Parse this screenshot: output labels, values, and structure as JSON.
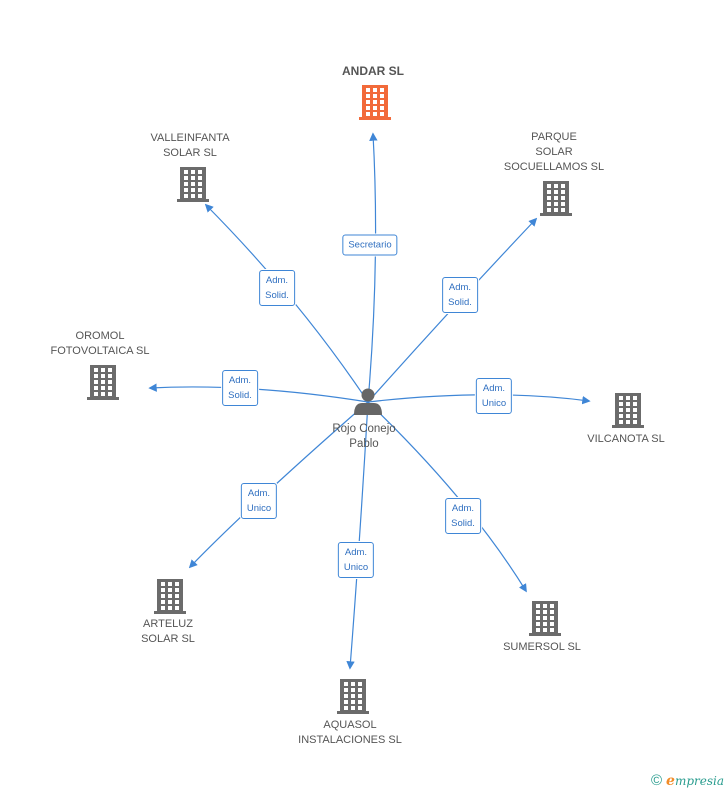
{
  "center": {
    "label": "Rojo Conejo\nPablo",
    "icon": "person-icon"
  },
  "colors": {
    "edge": "#3f86d6",
    "building": "#6b6b6b",
    "main_building": "#f26a3a",
    "person": "#666666"
  },
  "nodes": [
    {
      "id": "andar",
      "label": "ANDAR SL",
      "main": true,
      "role": "Secretario"
    },
    {
      "id": "valleinfanta",
      "label": "VALLEINFANTA\nSOLAR SL",
      "role": "Adm.\nSolid."
    },
    {
      "id": "parque",
      "label": "PARQUE\nSOLAR\nSOCUELLAMOS SL",
      "role": "Adm.\nSolid."
    },
    {
      "id": "oromol",
      "label": "OROMOL\nFOTOVOLTAICA SL",
      "role": "Adm.\nSolid."
    },
    {
      "id": "vilcanota",
      "label": "VILCANOTA SL",
      "role": "Adm.\nUnico"
    },
    {
      "id": "arteluz",
      "label": "ARTELUZ\nSOLAR SL",
      "role": "Adm.\nUnico"
    },
    {
      "id": "aquasol",
      "label": "AQUASOL\nINSTALACIONES SL",
      "role": "Adm.\nUnico"
    },
    {
      "id": "sumersol",
      "label": "SUMERSOL SL",
      "role": "Adm.\nSolid."
    }
  ],
  "footer": {
    "copyright_symbol": "©",
    "brand_initial": "e",
    "brand_rest": "mpresia"
  }
}
